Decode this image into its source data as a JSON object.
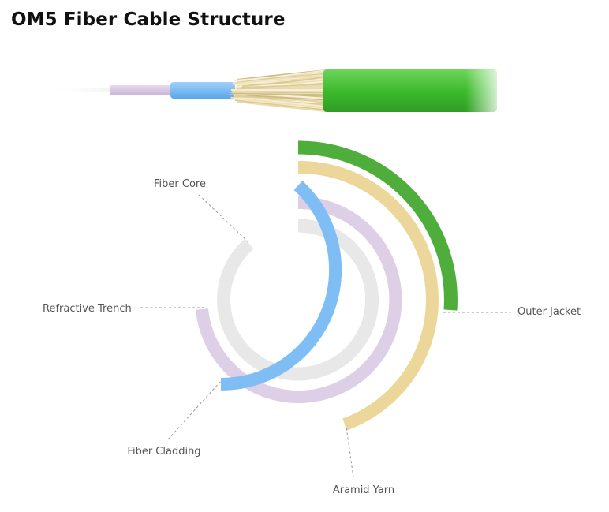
{
  "title": "OM5 Fiber Cable Structure",
  "layers": [
    {
      "key": "fiber-core",
      "label": "Fiber Core",
      "color": "#e8e8e8"
    },
    {
      "key": "refractive-trench",
      "label": "Refractive Trench",
      "color": "#dccfe6"
    },
    {
      "key": "fiber-cladding",
      "label": "Fiber Cladding",
      "color": "#7fbdf5"
    },
    {
      "key": "aramid-yarn",
      "label": "Aramid Yarn",
      "color": "#ecd699"
    },
    {
      "key": "outer-jacket",
      "label": "Outer Jacket",
      "color": "#4fae3b"
    }
  ]
}
